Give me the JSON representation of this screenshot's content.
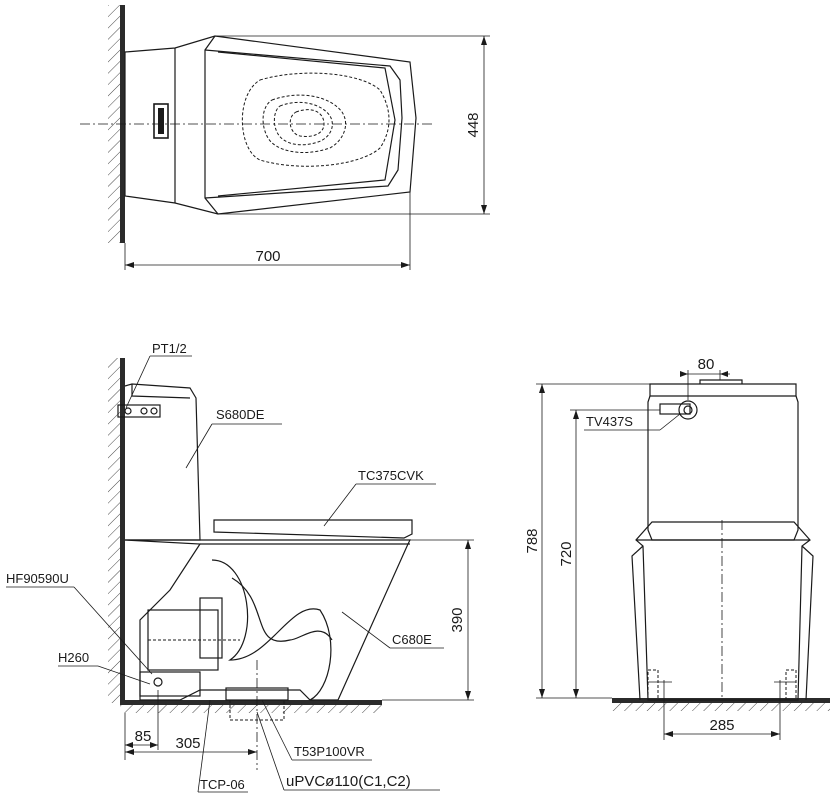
{
  "top_view": {
    "depth_dim": "700",
    "width_dim": "448"
  },
  "side_view": {
    "labels": {
      "supply": "PT1/2",
      "tank": "S680DE",
      "seat": "TC375CVK",
      "bowl": "C680E",
      "hose": "HF90590U",
      "valve_height": "H260",
      "flange": "T53P100VR",
      "pipe": "uPVCø110(C1,C2)",
      "connector": "TCP-06"
    },
    "dims": {
      "rim_height": "390",
      "supply_offset": "85",
      "rough_in": "305"
    }
  },
  "front_view": {
    "labels": {
      "fill_valve": "TV437S"
    },
    "dims": {
      "valve_offset": "80",
      "total_height": "788",
      "tank_height": "720",
      "base_width": "285"
    }
  }
}
